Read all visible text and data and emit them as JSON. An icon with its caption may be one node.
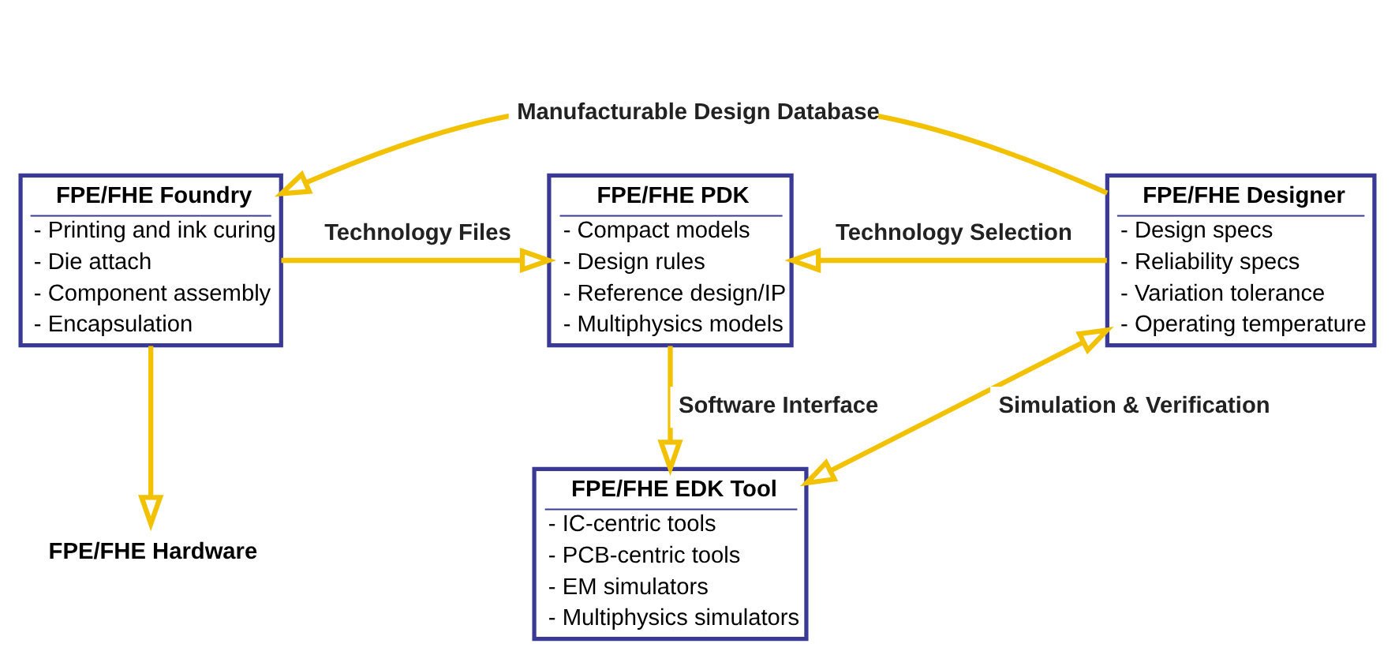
{
  "diagram": {
    "nodes": [
      {
        "text": [
          "FPE/FHE Foundry",
          "- Printing and ink curing",
          "- Die attach",
          "- Component assembly",
          "- Encapsulation"
        ]
      },
      {
        "text": [
          "FPE/FHE PDK",
          "- Compact models",
          "- Design rules",
          "- Reference design/IP",
          "- Multiphysics models"
        ]
      },
      {
        "text": [
          "FPE/FHE Designer",
          "- Design specs",
          "- Reliability specs",
          "- Variation tolerance",
          "- Operating temperature"
        ]
      },
      {
        "text": [
          "FPE/FHE EDK Tool",
          "- IC-centric tools",
          "- PCB-centric tools",
          "- EM simulators",
          "- Multiphysics simulators"
        ]
      },
      {
        "text": [
          "FPE/FHE Hardware"
        ]
      }
    ],
    "edges": [
      {
        "from": 2,
        "to": 0,
        "arrow": "to",
        "label": "Manufacturable Design Database"
      },
      {
        "from": 0,
        "to": 1,
        "arrow": "to",
        "label": "Technology Files"
      },
      {
        "from": 2,
        "to": 1,
        "arrow": "to",
        "label": "Technology Selection"
      },
      {
        "from": 1,
        "to": 3,
        "arrow": "to",
        "label": "Software Interface"
      },
      {
        "from": 0,
        "to": 4,
        "arrow": "to"
      },
      {
        "from": 3,
        "to": 2,
        "arrow": "both",
        "label": "Simulation & Verification"
      }
    ]
  }
}
